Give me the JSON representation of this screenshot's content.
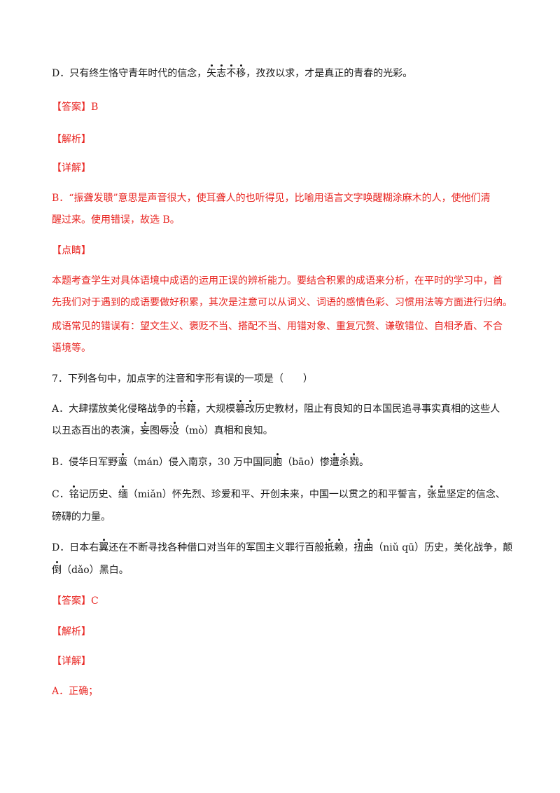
{
  "d_option_prev": {
    "a": "D．只有终生恪守青年时代的信念，",
    "dotted": [
      "矢",
      "志",
      "不",
      "移"
    ],
    "b": "，孜孜以求，才是真正的青春的光彩。"
  },
  "answer6": {
    "label": "【答案】",
    "value": "B"
  },
  "analysis6": "【解析】",
  "detail6": "【详解】",
  "detail6_text": [
    "B．“振聋发聩”意思是声音很大，使耳聋人的也听得见，比喻用语言文字唤醒糊涂麻木的人，使他们清",
    "醒过来。使用错误，故选 B。"
  ],
  "comment6": "【点睛】",
  "comment6_text": [
    "本题考查学生对具体语境中成语的运用正误的辨析能力。要结合积累的成语来分析，在平时的学习中，首",
    "先我们对于遇到的成语要做好积累，其次是注意可以从词义、词语的感情色彩、习惯用法等方面进行归纳。",
    "成语常见的错误有：望文生义、褒贬不当、搭配不当、用错对象、重复冗赘、谦敬错位、自相矛盾、不合",
    "语境等。"
  ],
  "q7": {
    "stem": "7．下列各句中，加点字的注音和字形有误的一项是（　　）",
    "A1": {
      "a": "A．大肆摆放美化侵略战争的",
      "d1": "书",
      "d2": "籍",
      "b": "，大规模",
      "d3": "篡",
      "d4": "改",
      "c": "历史教材，阻止有良知的日本国民追寻事实真相的这些人"
    },
    "A2": {
      "a": "以丑态百出的表演，",
      "d1": "妄",
      "b": "图辱",
      "d2": "没",
      "c": "（mò）真相和良知。"
    },
    "B": {
      "a": "B．侵华日军野",
      "d1": "蛮",
      "b": "（mán）侵入南京，30 万中国同",
      "d2": "胞",
      "c": "（bāo）惨",
      "d3": "遭",
      "d4": "杀",
      "d5": "戮",
      "e": "。"
    },
    "C1": {
      "a": "C．",
      "d1": "铭",
      "b": "记历史、",
      "d2": "缅",
      "c": "（miǎn）怀先烈、珍爱和平、开创未来，中国一以贯之的和平誓言，",
      "d3": "张",
      "d4": "显",
      "e": "坚定的信念、"
    },
    "C2": "磅礴的力量。",
    "D1": {
      "a": "D．日本右",
      "d1": "翼",
      "b": "还在不断寻找各种借口对当年的军国主义罪行百般",
      "d2": "抵",
      "d3": "赖",
      "c": "，",
      "d4": "扭",
      "d5": "曲",
      "e": "（niǔ qū）历史，美化战争，颠"
    },
    "D2": {
      "d1": "倒",
      "a": "（dǎo）黑白。"
    }
  },
  "answer7": {
    "label": "【答案】",
    "value": "C"
  },
  "analysis7": "【解析】",
  "detail7": "【详解】",
  "detail7_text": "A．正确；"
}
